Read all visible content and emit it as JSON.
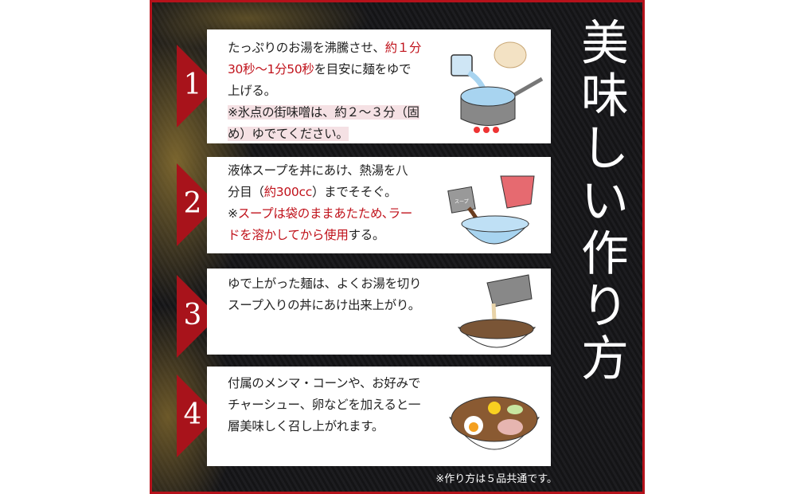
{
  "title_chars": [
    "美",
    "味",
    "し",
    "い",
    "作",
    "り",
    "方"
  ],
  "steps": [
    {
      "number": "1",
      "line1": "たっぷりのお湯を沸騰させ、",
      "line1_red": "約１分",
      "line2_red": "30秒～1分50秒",
      "line2": "を目安に麺をゆで",
      "line3": "上げる。",
      "note1": "※氷点の街味噌は、約２～３分（固",
      "note2": "め）ゆでてください。"
    },
    {
      "number": "2",
      "line1": "液体スープを丼にあけ、熱湯を八",
      "line2a": "分目（",
      "line2_red": "約300cc",
      "line2b": "）までそそぐ。",
      "line3a": "※",
      "line3_red": "スープは袋のままあたため､ラー",
      "line4_red": "ドを溶かしてから使用",
      "line4b": "する。",
      "packet_label": "スープ"
    },
    {
      "number": "3",
      "line1": "ゆで上がった麺は、よくお湯を切り",
      "line2": "スープ入りの丼にあけ出来上がり。"
    },
    {
      "number": "4",
      "line1": "付属のメンマ・コーンや、お好みで",
      "line2": "チャーシュー、卵などを加えると一",
      "line3": "層美味しく召し上がれます。"
    }
  ],
  "footnote": "※作り方は５品共通です。",
  "colors": {
    "accent": "#b5121b",
    "text_red": "#c0121b",
    "highlight": "#f5e1e4"
  }
}
